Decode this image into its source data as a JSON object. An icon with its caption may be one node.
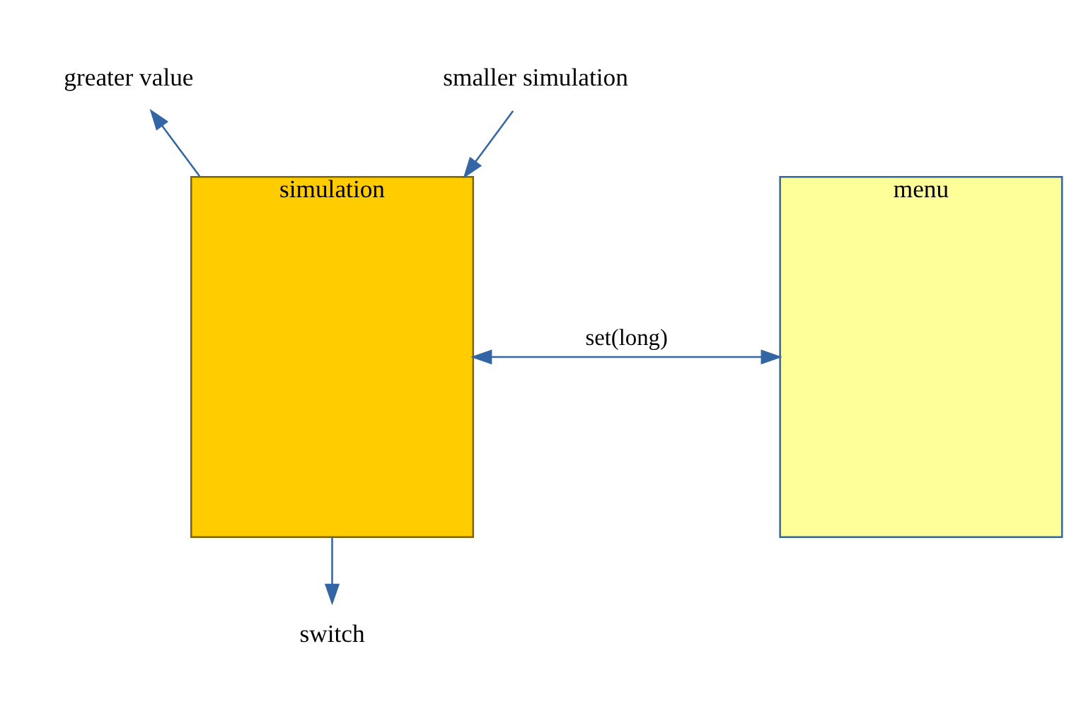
{
  "diagram": {
    "nodes": [
      {
        "text": [
          "simulation"
        ]
      },
      {
        "text": [
          "menu"
        ]
      },
      {
        "text": [
          "smaller simulation"
        ]
      },
      {
        "text": [
          "greater value"
        ]
      },
      {
        "text": [
          "switch"
        ]
      }
    ],
    "edges": [
      {
        "from": 2,
        "to": 0,
        "arrow": "to"
      },
      {
        "from": 0,
        "to": 3,
        "arrow": "to"
      },
      {
        "from": 0,
        "to": 1,
        "arrow": "both",
        "label": "set(long)"
      },
      {
        "from": 0,
        "to": 4,
        "arrow": "to"
      }
    ]
  }
}
